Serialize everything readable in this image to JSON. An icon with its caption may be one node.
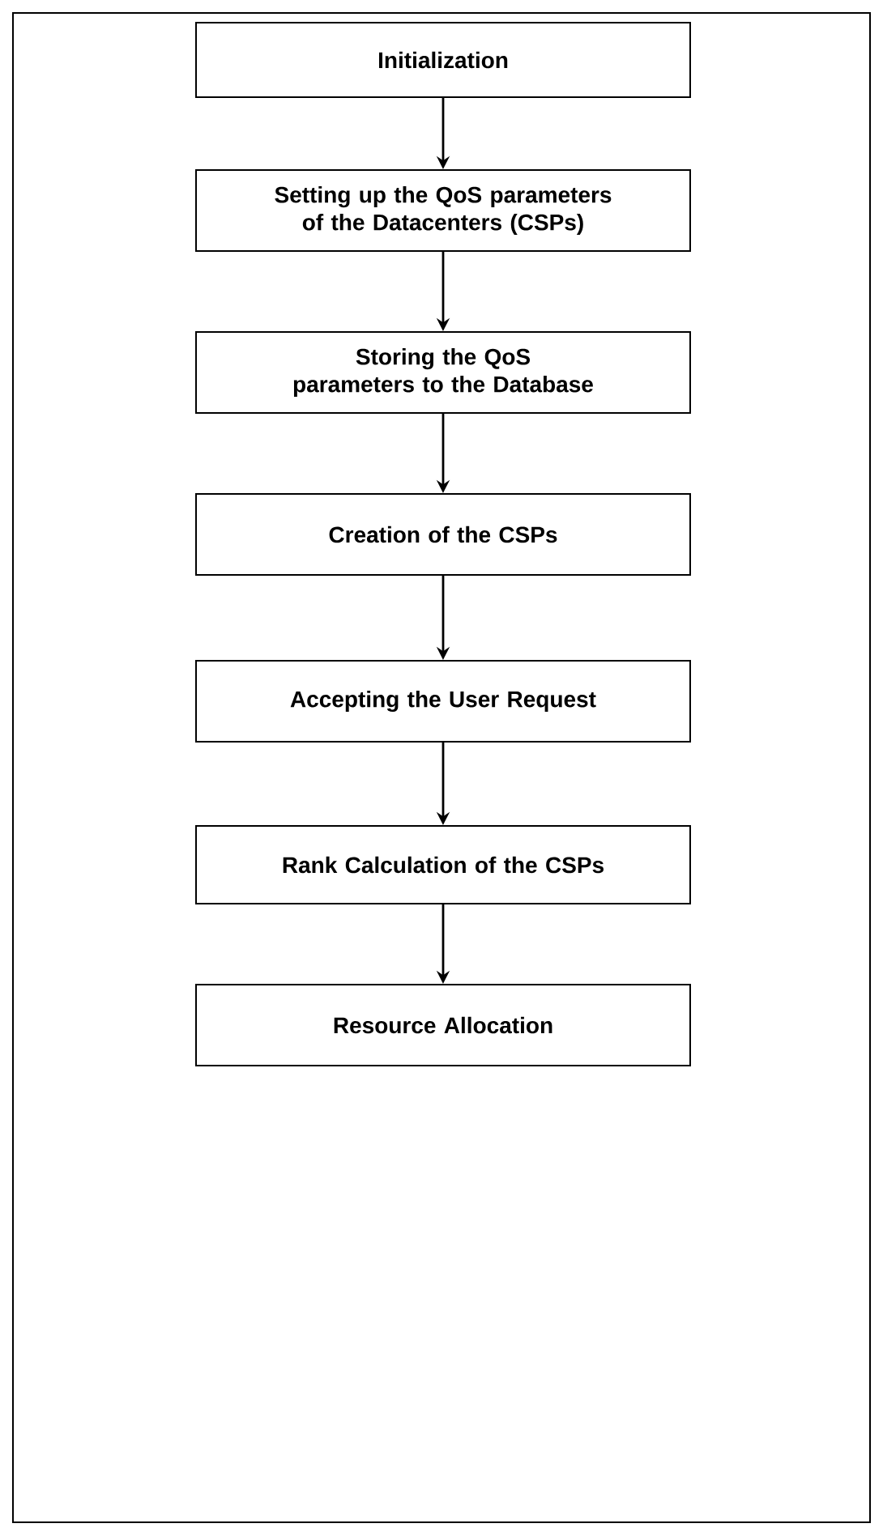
{
  "diagram": {
    "nodes": [
      {
        "text": [
          "Initialization"
        ]
      },
      {
        "text": [
          "Setting up the QoS parameters of the Datacenters (CSPs)"
        ]
      },
      {
        "text": [
          "Storing the QoS parameters to the Database"
        ]
      },
      {
        "text": [
          "Creation of the CSPs"
        ]
      },
      {
        "text": [
          "Accepting the User Request"
        ]
      },
      {
        "text": [
          "Rank Calculation of the CSPs"
        ]
      },
      {
        "text": [
          "Resource Allocation"
        ]
      }
    ],
    "edges": [
      {
        "from": 0,
        "to": 1,
        "arrow": "to"
      },
      {
        "from": 1,
        "to": 2,
        "arrow": "to"
      },
      {
        "from": 2,
        "to": 3,
        "arrow": "to"
      },
      {
        "from": 3,
        "to": 4,
        "arrow": "to"
      },
      {
        "from": 4,
        "to": 5,
        "arrow": "to"
      },
      {
        "from": 5,
        "to": 6,
        "arrow": "to"
      }
    ]
  }
}
